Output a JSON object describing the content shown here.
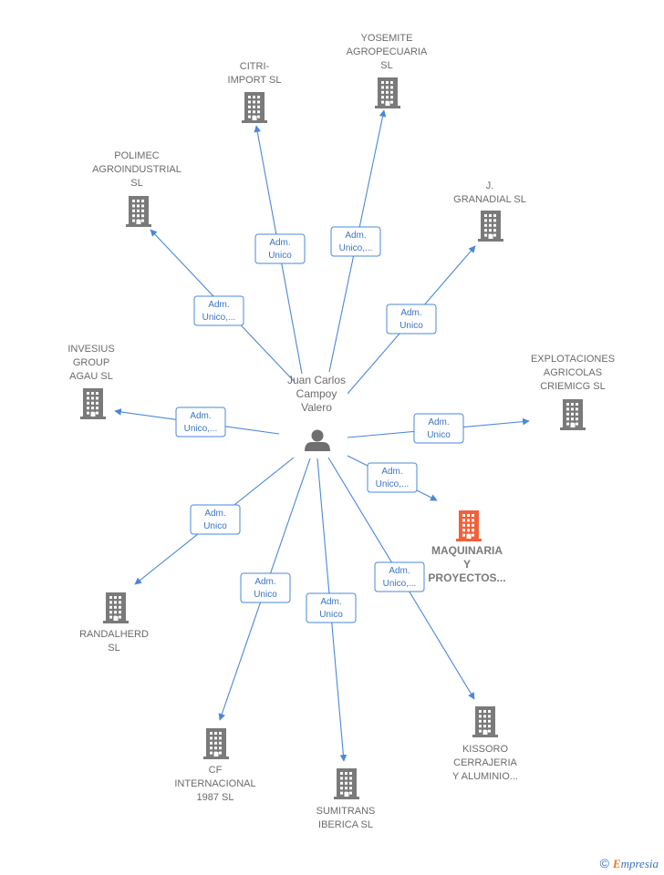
{
  "center": {
    "name_lines": [
      "Juan Carlos",
      "Campoy",
      "Valero"
    ]
  },
  "companies": [
    {
      "id": "yosemite",
      "lines": [
        "YOSEMITE",
        "AGROPECUARIA",
        "SL"
      ],
      "highlight": false
    },
    {
      "id": "citri",
      "lines": [
        "CITRI-",
        "IMPORT  SL"
      ],
      "highlight": false
    },
    {
      "id": "polimec",
      "lines": [
        "POLIMEC",
        "AGROINDUSTRIAL",
        "SL"
      ],
      "highlight": false
    },
    {
      "id": "granadial",
      "lines": [
        "J.",
        "GRANADIAL  SL"
      ],
      "highlight": false
    },
    {
      "id": "invesius",
      "lines": [
        "INVESIUS",
        "GROUP",
        "AGAU  SL"
      ],
      "highlight": false
    },
    {
      "id": "explotaciones",
      "lines": [
        "EXPLOTACIONES",
        "AGRICOLAS",
        "CRIEMICG  SL"
      ],
      "highlight": false
    },
    {
      "id": "maquinaria",
      "lines": [
        "MAQUINARIA",
        "Y",
        "PROYECTOS..."
      ],
      "highlight": true
    },
    {
      "id": "randalherd",
      "lines": [
        "RANDALHERD",
        "SL"
      ],
      "highlight": false
    },
    {
      "id": "kissoro",
      "lines": [
        "KISSORO",
        "CERRAJERIA",
        "Y ALUMINIO..."
      ],
      "highlight": false
    },
    {
      "id": "cf",
      "lines": [
        "CF",
        "INTERNACIONAL",
        "1987  SL"
      ],
      "highlight": false
    },
    {
      "id": "sumitrans",
      "lines": [
        "SUMITRANS",
        "IBERICA  SL"
      ],
      "highlight": false
    }
  ],
  "edges": [
    {
      "target": "citri",
      "label": [
        "Adm.",
        "Unico"
      ]
    },
    {
      "target": "yosemite",
      "label": [
        "Adm.",
        "Unico,..."
      ]
    },
    {
      "target": "polimec",
      "label": [
        "Adm.",
        "Unico,..."
      ]
    },
    {
      "target": "granadial",
      "label": [
        "Adm.",
        "Unico"
      ]
    },
    {
      "target": "invesius",
      "label": [
        "Adm.",
        "Unico,..."
      ]
    },
    {
      "target": "explotaciones",
      "label": [
        "Adm.",
        "Unico"
      ]
    },
    {
      "target": "maquinaria",
      "label": [
        "Adm.",
        "Unico,..."
      ]
    },
    {
      "target": "randalherd",
      "label": [
        "Adm.",
        "Unico"
      ]
    },
    {
      "target": "kissoro",
      "label": [
        "Adm.",
        "Unico,..."
      ]
    },
    {
      "target": "cf",
      "label": [
        "Adm.",
        "Unico"
      ]
    },
    {
      "target": "sumitrans",
      "label": [
        "Adm.",
        "Unico"
      ]
    }
  ],
  "colors": {
    "edge": "#4a88d8",
    "building": "#7a7a7a",
    "highlight_building": "#f2613a",
    "person": "#6f6f6f"
  },
  "footer": {
    "copyright": "©",
    "brand_first": "E",
    "brand_rest": "mpresia"
  }
}
